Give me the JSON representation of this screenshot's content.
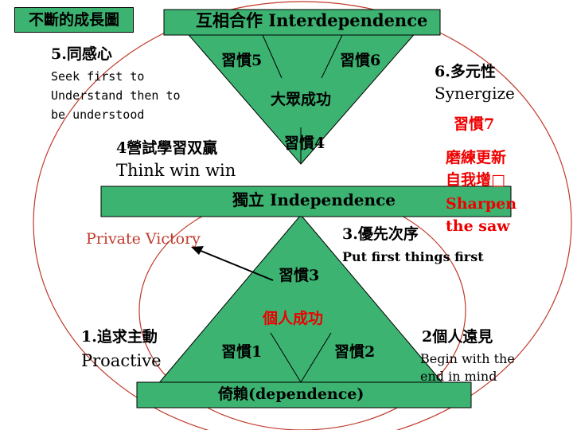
{
  "growth_chart_title": "不斷的成長圖",
  "interdependence_label": "互相合作 Interdependence",
  "independence_label": "獨立 Independence",
  "dependence_label": "倚賴(dependence)",
  "public_victory": "大眾成功",
  "private_victory_cn": "個人成功",
  "private_victory_en": "Private Victory",
  "habits": {
    "h1": "習慣1",
    "h2": "習慣2",
    "h3": "習慣3",
    "h4": "習慣4",
    "h5": "習慣5",
    "h6": "習慣6",
    "h7": "習慣7"
  },
  "habit_desc": {
    "h1_title": "1.追求主動",
    "h1_en": "Proactive",
    "h2_title": "2個人遠見",
    "h2_en_line1": "Begin with the",
    "h2_en_line2": "end in mind",
    "h3_title": "3.優先次序",
    "h3_en": "Put first things first",
    "h4_title": "4營試學習双贏",
    "h4_en": "Think win win",
    "h5_title": "5.同感心",
    "h5_en_line1": "Seek first to",
    "h5_en_line2": "Understand then to",
    "h5_en_line3": "be understood",
    "h6_title": "6.多元性",
    "h6_en": "Synergize",
    "h7_cn_line1": "磨練更新",
    "h7_cn_line2": "自我增□",
    "h7_en_line1": "Sharpen",
    "h7_en_line2": "the saw"
  },
  "colors": {
    "green": "#3cb371",
    "red": "#ee0000",
    "outline": "#000000",
    "ellipse": "#c0392b"
  }
}
